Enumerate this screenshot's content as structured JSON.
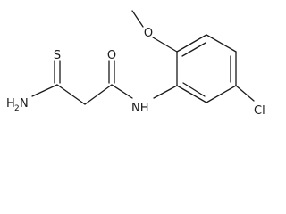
{
  "molecule": {
    "atoms": {
      "thione_s": "S",
      "thioamide_n": "N",
      "thioamide_h": "H",
      "thioamide_h_count": "2",
      "carbonyl_o": "O",
      "amide_nh": "NH",
      "chloro": "Cl"
    }
  }
}
